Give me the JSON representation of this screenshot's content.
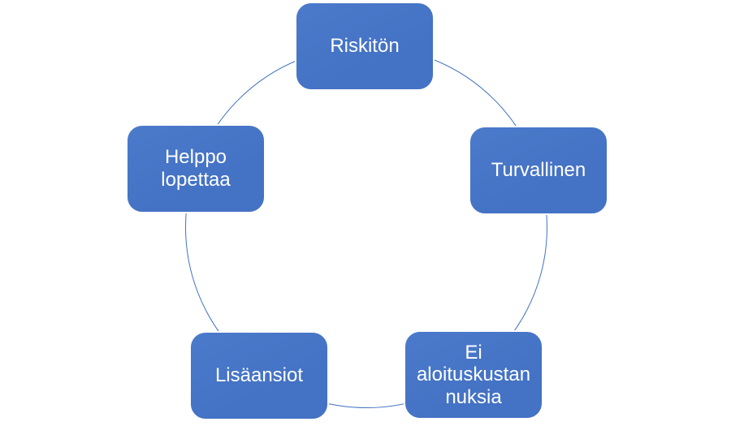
{
  "diagram": {
    "type": "cycle",
    "background_color": "#ffffff",
    "circle_color": "#4472c4",
    "node_fill_color": "#4472c4",
    "node_border_color": "#fdfdfd",
    "node_text_color": "#ffffff",
    "nodes": [
      {
        "id": "riskiton",
        "label": "Riskitön"
      },
      {
        "id": "turvallinen",
        "label": "Turvallinen"
      },
      {
        "id": "ei-aloituskustannuksia",
        "label": "Ei\naloituskustan\nnuksia"
      },
      {
        "id": "lisaansiot",
        "label": "Lisäansiot"
      },
      {
        "id": "helppo-lopettaa",
        "label": "Helppo\nlopettaa"
      }
    ]
  }
}
